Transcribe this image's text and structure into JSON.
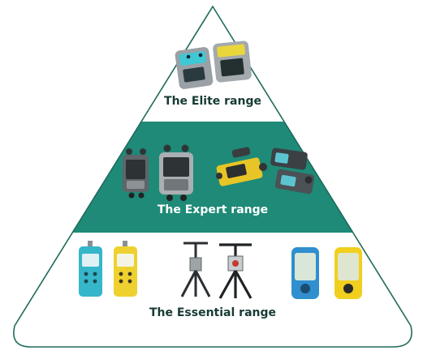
{
  "colors": {
    "outline": "#1f6b5c",
    "band": "#1e8a77",
    "dark_text": "#173b34",
    "light_text": "#ffffff",
    "background": "#ffffff"
  },
  "tiers": [
    {
      "label": "The Elite range"
    },
    {
      "label": "The Expert range"
    },
    {
      "label": "The Essential range"
    }
  ],
  "products": {
    "elite": [
      "calibrator-grey-teal-icon",
      "calibrator-grey-yellow-icon"
    ],
    "expert": [
      "pressure-controller-grey-icon",
      "pressure-controller-grey-large-icon",
      "yellow-test-pump-icon",
      "teal-test-pump-icon"
    ],
    "essential": [
      "teal-pressure-indicator-icon",
      "yellow-pressure-indicator-icon",
      "hand-pump-stand-icon",
      "hand-pump-stand-red-icon",
      "blue-digital-gauge-icon",
      "yellow-digital-gauge-icon"
    ]
  }
}
